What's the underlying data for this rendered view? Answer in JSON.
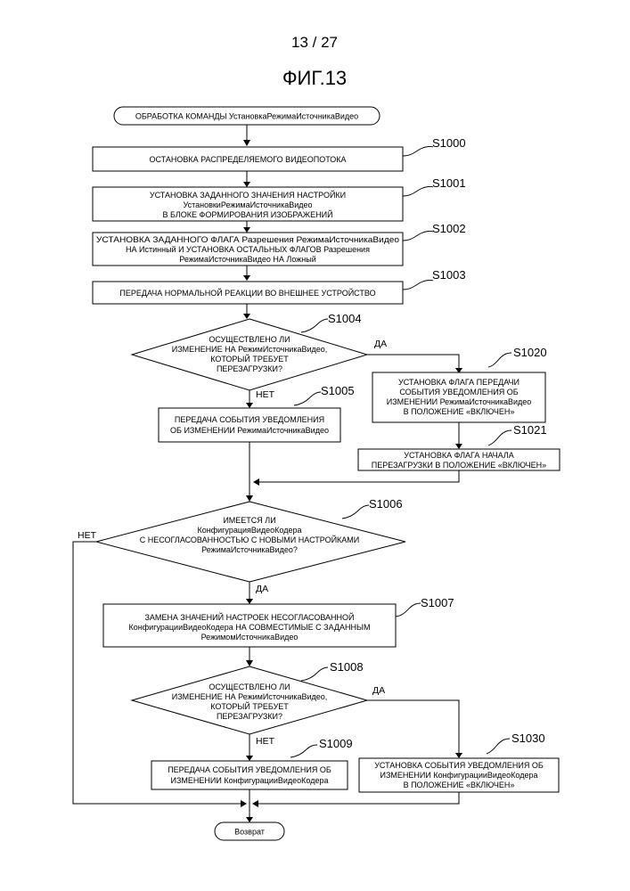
{
  "page_number": "13 / 27",
  "figure_title": "ФИГ.13",
  "start": {
    "text": "ОБРАБОТКА КОМАНДЫ УстановкаРежимаИсточникаВидео"
  },
  "end": {
    "text": "Возврат"
  },
  "branch": {
    "yes": "ДА",
    "no": "НЕТ"
  },
  "steps": {
    "s1000": {
      "label": "S1000",
      "lines": [
        "ОСТАНОВКА РАСПРЕДЕЛЯЕМОГО ВИДЕОПОТОКА"
      ]
    },
    "s1001": {
      "label": "S1001",
      "lines": [
        "УСТАНОВКА ЗАДАННОГО ЗНАЧЕНИЯ НАСТРОЙКИ",
        "УстановкиРежимаИсточникаВидео",
        "В БЛОКЕ ФОРМИРОВАНИЯ ИЗОБРАЖЕНИЙ"
      ]
    },
    "s1002": {
      "label": "S1002",
      "lines": [
        "УСТАНОВКА ЗАДАННОГО ФЛАГА Разрешения РежимаИсточникаВидео",
        "НА Истинный И УСТАНОВКА ОСТАЛЬНЫХ ФЛАГОВ Разрешения",
        "РежимаИсточникаВидео НА Ложный"
      ]
    },
    "s1003": {
      "label": "S1003",
      "lines": [
        "ПЕРЕДАЧА НОРМАЛЬНОЙ РЕАКЦИИ ВО ВНЕШНЕЕ УСТРОЙСТВО"
      ]
    },
    "s1004": {
      "label": "S1004",
      "lines": [
        "ОСУЩЕСТВЛЕНО ЛИ",
        "ИЗМЕНЕНИЕ НА РежимИсточникаВидео,",
        "КОТОРЫЙ ТРЕБУЕТ",
        "ПЕРЕЗАГРУЗКИ?"
      ]
    },
    "s1005": {
      "label": "S1005",
      "lines": [
        "ПЕРЕДАЧА СОБЫТИЯ УВЕДОМЛЕНИЯ",
        "ОБ ИЗМЕНЕНИИ РежимаИсточникаВидео"
      ]
    },
    "s1020": {
      "label": "S1020",
      "lines": [
        "УСТАНОВКА ФЛАГА ПЕРЕДАЧИ",
        "СОБЫТИЯ УВЕДОМЛЕНИЯ ОБ",
        "ИЗМЕНЕНИИ РежимаИсточникаВидео",
        "В ПОЛОЖЕНИЕ «ВКЛЮЧЕН»"
      ]
    },
    "s1021": {
      "label": "S1021",
      "lines": [
        "УСТАНОВКА ФЛАГА НАЧАЛА",
        "ПЕРЕЗАГРУЗКИ В ПОЛОЖЕНИЕ «ВКЛЮЧЕН»"
      ]
    },
    "s1006": {
      "label": "S1006",
      "lines": [
        "ИМЕЕТСЯ ЛИ",
        "КонфигурацияВидеоКодера",
        "С НЕСОГЛАСОВАННОСТЬЮ С НОВЫМИ НАСТРОЙКАМИ",
        "РежимаИсточникаВидео?"
      ]
    },
    "s1007": {
      "label": "S1007",
      "lines": [
        "ЗАМЕНА ЗНАЧЕНИЙ НАСТРОЕК НЕСОГЛАСОВАННОЙ",
        "КонфигурацииВидеоКодера НА СОВМЕСТИМЫЕ С ЗАДАННЫМ",
        "РежимомИсточникаВидео"
      ]
    },
    "s1008": {
      "label": "S1008",
      "lines": [
        "ОСУЩЕСТВЛЕНО ЛИ",
        "ИЗМЕНЕНИЕ НА РежимИсточникаВидео,",
        "КОТОРЫЙ ТРЕБУЕТ",
        "ПЕРЕЗАГРУЗКИ?"
      ]
    },
    "s1009": {
      "label": "S1009",
      "lines": [
        "ПЕРЕДАЧА СОБЫТИЯ УВЕДОМЛЕНИЯ ОБ",
        "ИЗМЕНЕНИИ КонфигурацииВидеоКодера"
      ]
    },
    "s1030": {
      "label": "S1030",
      "lines": [
        "УСТАНОВКА СОБЫТИЯ УВЕДОМЛЕНИЯ ОБ",
        "ИЗМЕНЕНИИ КонфигурацииВидеоКодера",
        "В ПОЛОЖЕНИЕ «ВКЛЮЧЕН»"
      ]
    }
  }
}
